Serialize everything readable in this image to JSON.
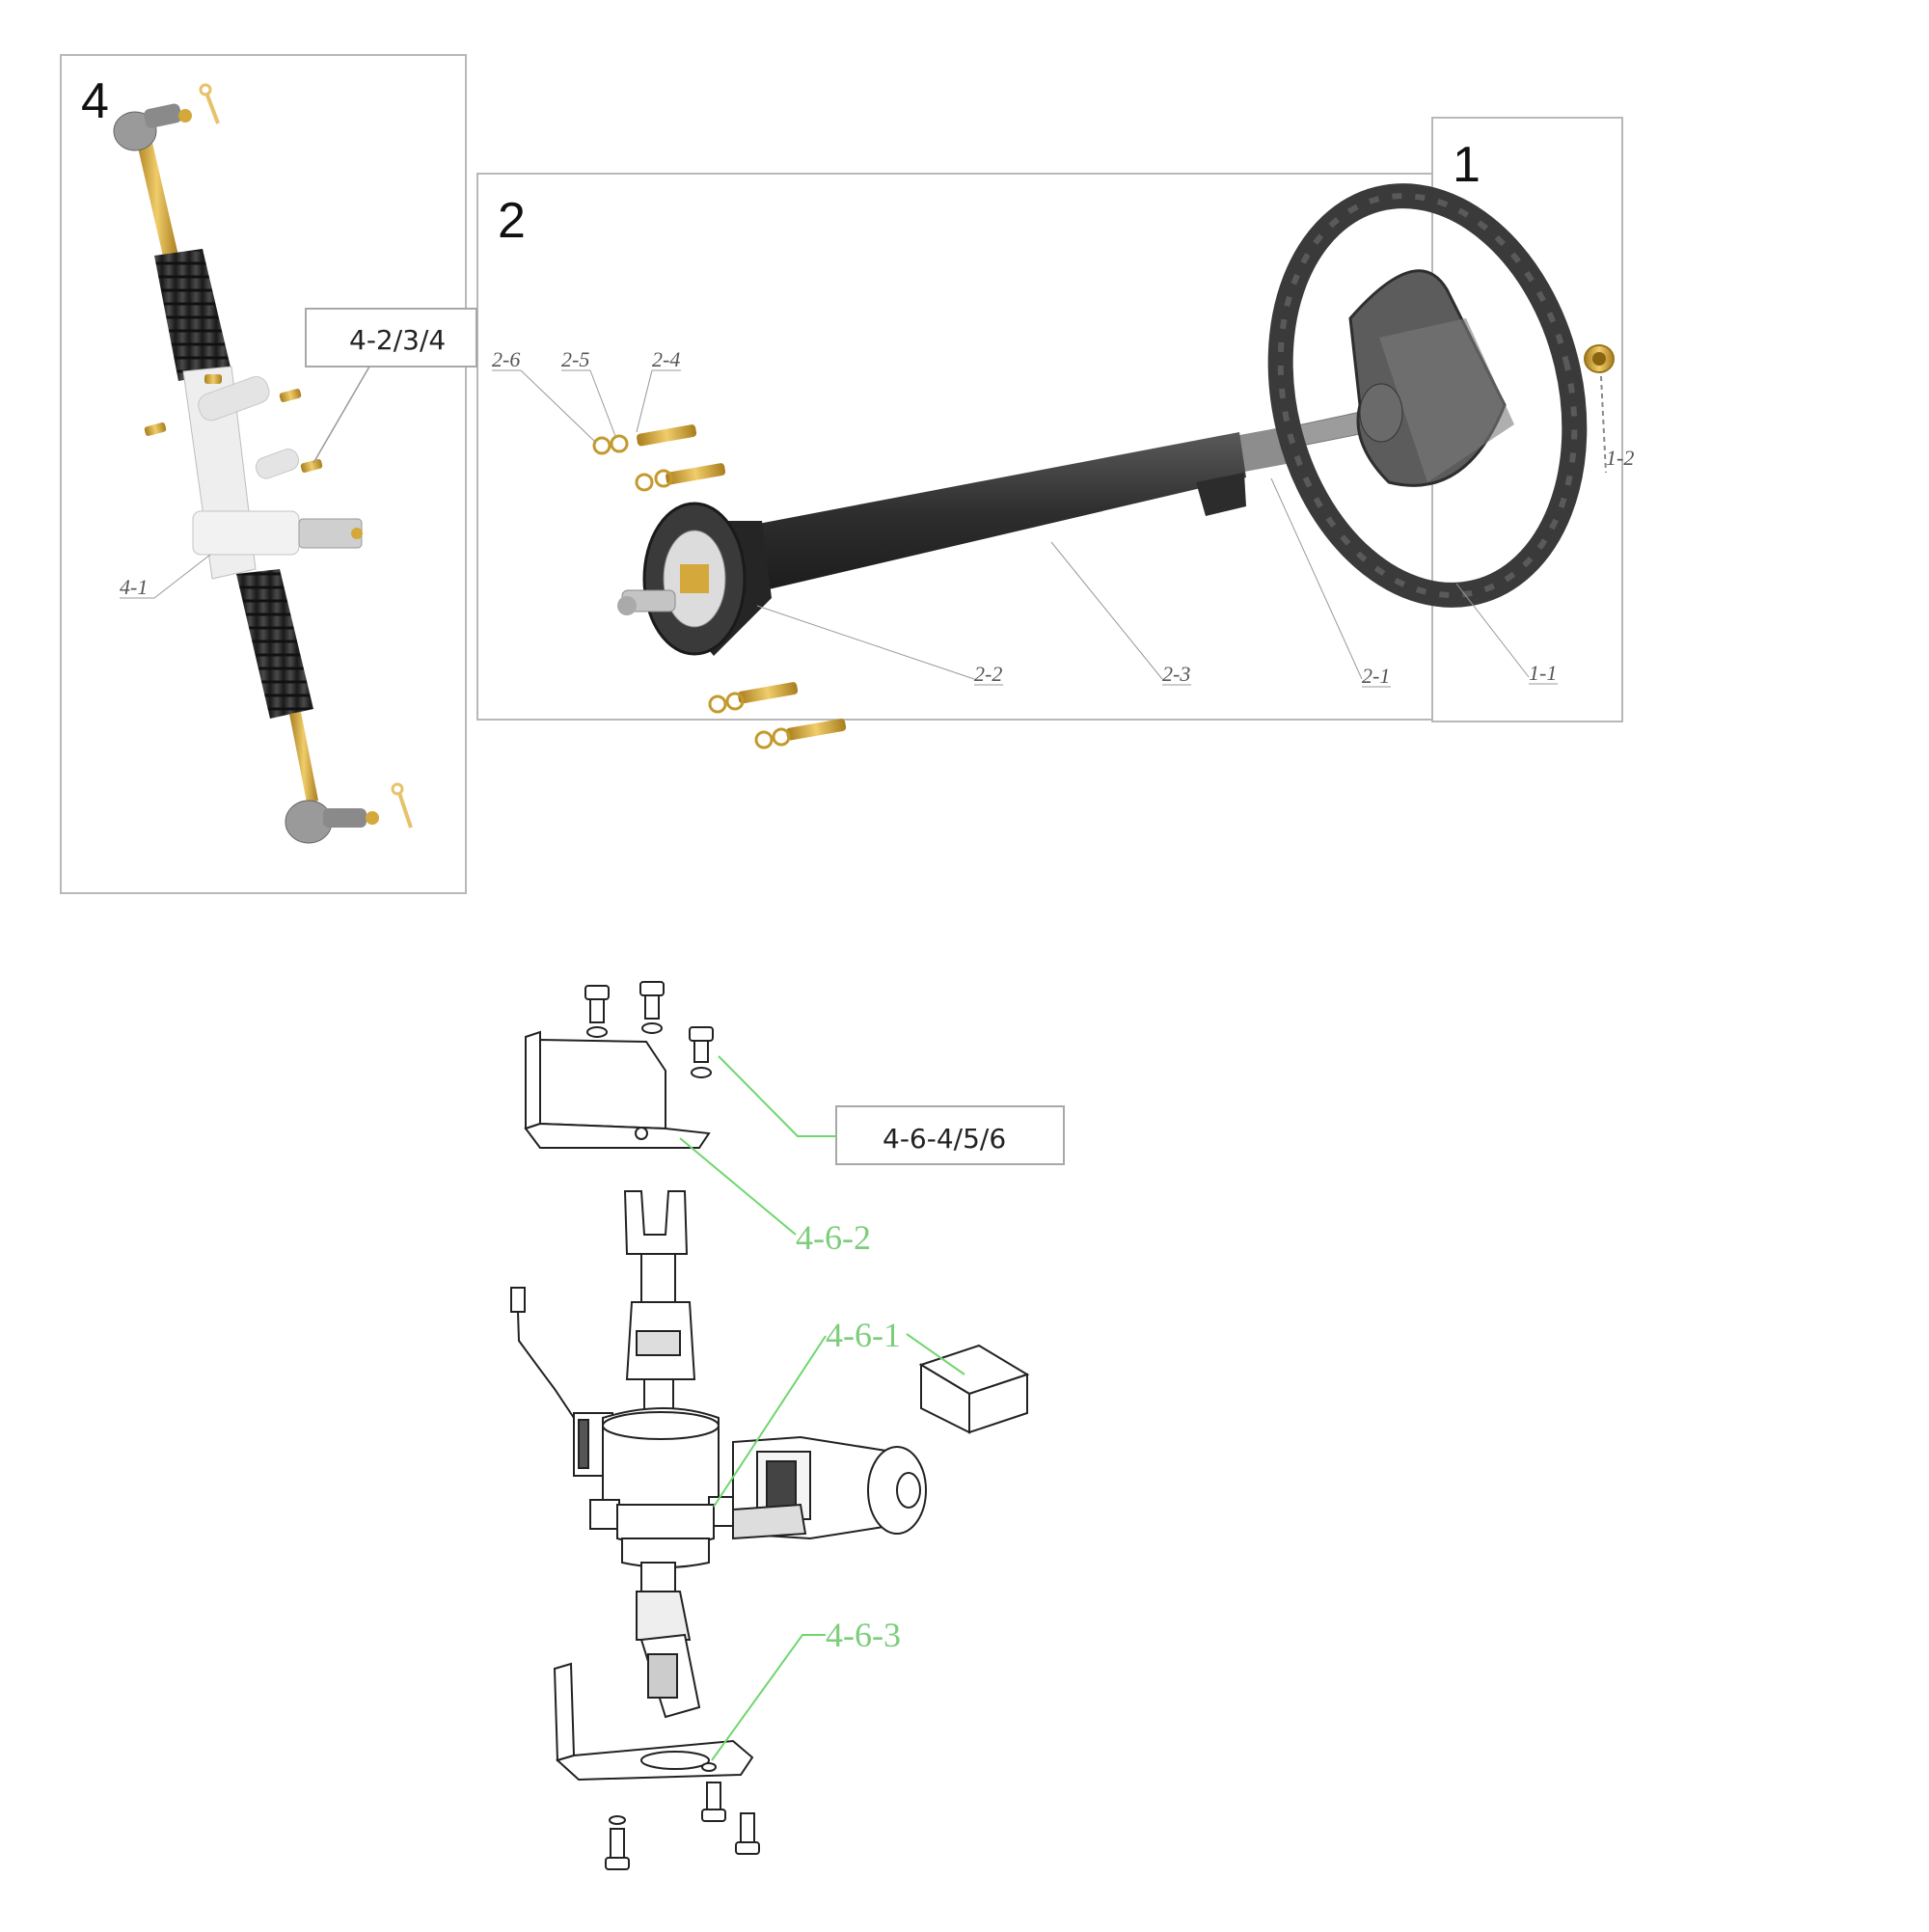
{
  "groups": {
    "g4": "4",
    "g2": "2",
    "g1": "1"
  },
  "callouts": {
    "c4_2_3_4": "4-2/3/4",
    "c4_1": "4-1",
    "c2_6": "2-6",
    "c2_5": "2-5",
    "c2_4": "2-4",
    "c2_2": "2-2",
    "c2_3": "2-3",
    "c2_1": "2-1",
    "c1_1": "1-1",
    "c1_2": "1-2",
    "c4_6_4_5_6": "4-6-4/5/6",
    "c4_6_2": "4-6-2",
    "c4_6_1": "4-6-1",
    "c4_6_3": "4-6-3"
  },
  "colors": {
    "frame": "#b8b8b8",
    "leader": "#999999",
    "green_leader": "#6fd66f",
    "brass": "#d4a83a",
    "dark_part": "#3c3c3c",
    "light_part": "#e8e8e8"
  }
}
